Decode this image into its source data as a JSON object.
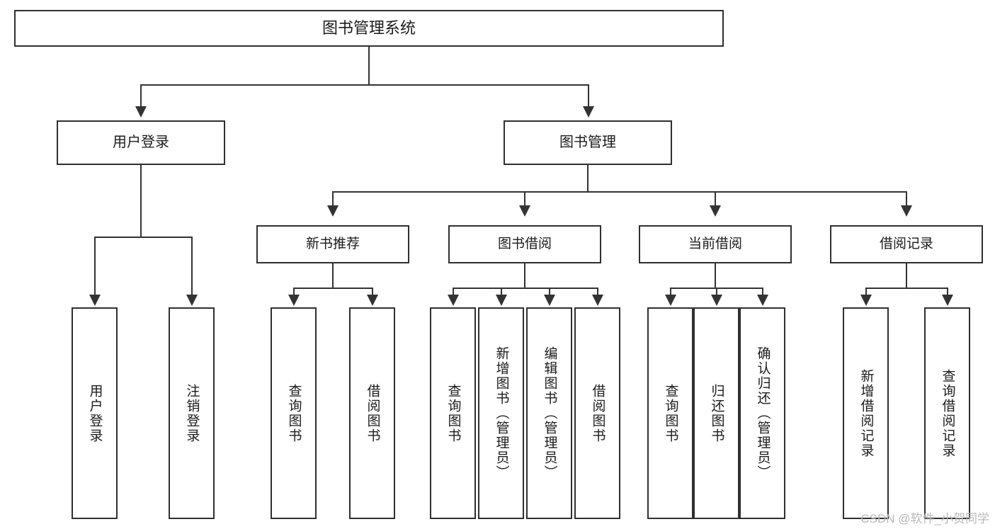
{
  "diagram": {
    "type": "tree",
    "title": "图书管理系统",
    "root": {
      "label": "图书管理系统"
    },
    "level2": [
      {
        "id": "user-login",
        "label": "用户登录"
      },
      {
        "id": "book-manage",
        "label": "图书管理"
      }
    ],
    "level3": [
      {
        "id": "new-book-recommend",
        "label": "新书推荐",
        "parent": "book-manage"
      },
      {
        "id": "book-borrow",
        "label": "图书借阅",
        "parent": "book-manage"
      },
      {
        "id": "current-borrow",
        "label": "当前借阅",
        "parent": "book-manage"
      },
      {
        "id": "borrow-record",
        "label": "借阅记录",
        "parent": "book-manage"
      }
    ],
    "leaves": {
      "user_login": [
        {
          "id": "leaf-user-login",
          "label": "用户登录"
        },
        {
          "id": "leaf-logout",
          "label": "注销登录"
        }
      ],
      "new_book_recommend": [
        {
          "id": "leaf-query-book-1",
          "label": "查询图书"
        },
        {
          "id": "leaf-borrow-book-1",
          "label": "借阅图书"
        }
      ],
      "book_borrow": [
        {
          "id": "leaf-query-book-2",
          "label": "查询图书"
        },
        {
          "id": "leaf-add-book",
          "label": "新增图书（管理员）"
        },
        {
          "id": "leaf-edit-book",
          "label": "编辑图书（管理员）"
        },
        {
          "id": "leaf-borrow-book-2",
          "label": "借阅图书"
        }
      ],
      "current_borrow": [
        {
          "id": "leaf-query-book-3",
          "label": "查询图书"
        },
        {
          "id": "leaf-return-book",
          "label": "归还图书"
        },
        {
          "id": "leaf-confirm-return",
          "label": "确认归还（管理员）"
        }
      ],
      "borrow_record": [
        {
          "id": "leaf-add-record",
          "label": "新增借阅记录"
        },
        {
          "id": "leaf-query-record",
          "label": "查询借阅记录"
        }
      ]
    }
  },
  "watermark": {
    "text": "CSDN @软件_小贺同学"
  },
  "colors": {
    "background": "#ffffff",
    "box_border": "#2f2f2f",
    "connector": "#333333",
    "text": "#1b1b1b",
    "watermark": "#b9b9b9"
  }
}
